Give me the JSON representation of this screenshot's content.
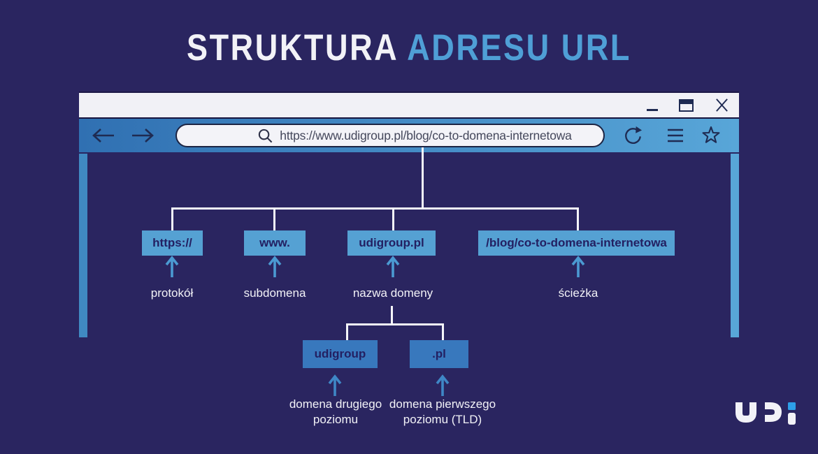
{
  "title": {
    "part1": "STRUKTURA",
    "part2": "ADRESU URL"
  },
  "browser": {
    "url": "https://www.udigroup.pl/blog/co-to-domena-internetowa"
  },
  "tree": {
    "level1": [
      {
        "box": "https://",
        "label": "protokół"
      },
      {
        "box": "www.",
        "label": "subdomena"
      },
      {
        "box": "udigroup.pl",
        "label": "nazwa domeny"
      },
      {
        "box": "/blog/co-to-domena-internetowa",
        "label": "ścieżka"
      }
    ],
    "level2": [
      {
        "box": "udigroup",
        "label": "domena drugiego poziomu"
      },
      {
        "box": ".pl",
        "label": "domena pierwszego poziomu (TLD)"
      }
    ]
  },
  "logo": {
    "text": "udi"
  },
  "colors": {
    "bg": "#2a2560",
    "titlebar": "#f1f1f6",
    "toolbar1": "#3070b2",
    "toolbar2": "#58a6d8",
    "lightblue": "#55a1d3",
    "midblue": "#3878bd",
    "accent": "#4f9fd6",
    "arrow1": "#4b9ad2",
    "arrow2": "#3f87c6",
    "boxtext": "#232062",
    "textwhite": "#f2f2f7",
    "iconnavy": "#1e2a52",
    "urltext": "#45485c",
    "line": "#f5f5fa",
    "logoblue": "#2d9fe8"
  }
}
